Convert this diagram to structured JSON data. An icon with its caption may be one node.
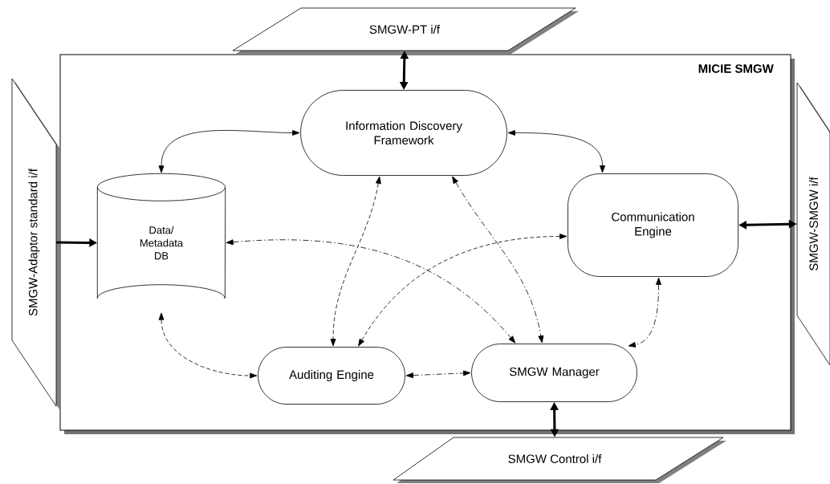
{
  "diagram": {
    "nodes": [
      {
        "text": [
          "MICIE SMGW"
        ]
      },
      {
        "text": [
          "SMGW-PT i/f"
        ]
      },
      {
        "text": [
          "SMGW-Adaptor standard i/f"
        ]
      },
      {
        "text": [
          "SMGW-SMGW i/f"
        ]
      },
      {
        "text": [
          "SMGW Control i/f"
        ]
      },
      {
        "text": [
          "Information Discovery Framework"
        ],
        "in": 0
      },
      {
        "text": [
          "Data/ Metadata DB"
        ],
        "in": 0
      },
      {
        "text": [
          "Communication Engine"
        ],
        "in": 0
      },
      {
        "text": [
          "Auditing Engine"
        ],
        "in": 0
      },
      {
        "text": [
          "SMGW Manager"
        ],
        "in": 0
      }
    ],
    "edges": [
      {
        "from": 1,
        "to": 5,
        "arrow": "both",
        "style": "thick"
      },
      {
        "from": 2,
        "to": 6,
        "arrow": "to",
        "style": "thick"
      },
      {
        "from": 5,
        "to": 6,
        "arrow": "both"
      },
      {
        "from": 5,
        "to": 7,
        "arrow": "both"
      },
      {
        "from": 7,
        "to": 3,
        "arrow": "both",
        "style": "thick"
      },
      {
        "from": 9,
        "to": 4,
        "arrow": "both",
        "style": "thick"
      },
      {
        "from": 6,
        "to": 8,
        "arrow": "both",
        "style": "dashed"
      },
      {
        "from": 5,
        "to": 8,
        "arrow": "both",
        "style": "dashed"
      },
      {
        "from": 7,
        "to": 8,
        "arrow": "both",
        "style": "dashed"
      },
      {
        "from": 6,
        "to": 9,
        "arrow": "both",
        "style": "dashed"
      },
      {
        "from": 5,
        "to": 9,
        "arrow": "both",
        "style": "dashed"
      },
      {
        "from": 7,
        "to": 9,
        "arrow": "both",
        "style": "dashed"
      },
      {
        "from": 8,
        "to": 9,
        "arrow": "both",
        "style": "dashed"
      }
    ]
  }
}
